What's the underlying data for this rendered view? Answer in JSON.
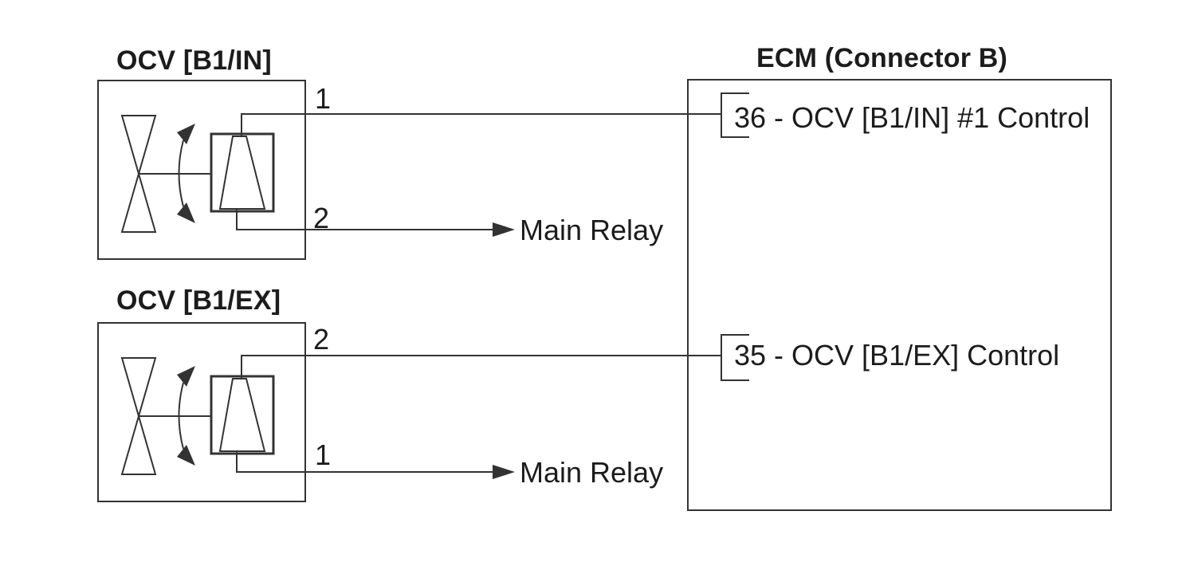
{
  "colors": {
    "line": "#333333",
    "text": "#1c1c1c",
    "background": "#ffffff"
  },
  "ocv_in": {
    "title": "OCV [B1/IN]",
    "pin_top": "1",
    "pin_bottom": "2",
    "main_relay": "Main Relay"
  },
  "ocv_ex": {
    "title": "OCV [B1/EX]",
    "pin_top": "2",
    "pin_bottom": "1",
    "main_relay": "Main Relay"
  },
  "ecm": {
    "title": "ECM (Connector B)",
    "pins": [
      {
        "label": "36 - OCV [B1/IN] #1 Control"
      },
      {
        "label": "35 - OCV [B1/EX] Control"
      }
    ]
  }
}
